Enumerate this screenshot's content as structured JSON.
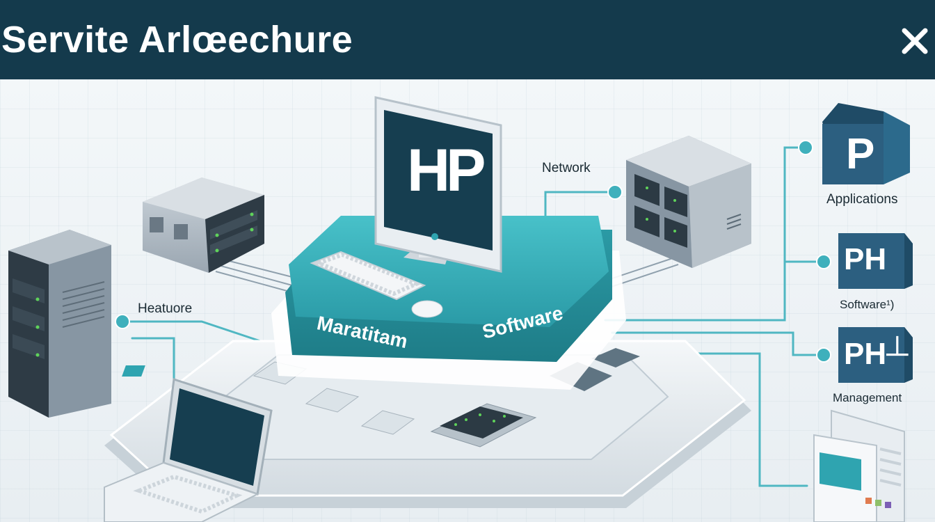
{
  "header": {
    "title": "Servite Arlœechure"
  },
  "labels": {
    "network": "Network",
    "hardware": "Heatuore",
    "applications": "Applications",
    "software_side": "Software¹)",
    "management": "Management"
  },
  "platform": {
    "left_text": "Maratitam",
    "right_text": "Software"
  },
  "monitor": {
    "logo_text": "HP"
  },
  "apps": [
    {
      "text": "P"
    },
    {
      "text": "PH"
    },
    {
      "text": "PH┴"
    }
  ],
  "colors": {
    "header": "#143a4c",
    "teal": "#2fa4b0",
    "connector": "#4fb7c2",
    "app_blue": "#2c5f80",
    "led_green": "#5fd35a"
  },
  "icons": [
    "close-icon",
    "server-tower-icon",
    "server-box-icon",
    "network-switch-icon",
    "monitor-icon",
    "keyboard-icon",
    "mouse-icon",
    "laptop-icon",
    "app-tile-icon",
    "document-panel-icon"
  ]
}
